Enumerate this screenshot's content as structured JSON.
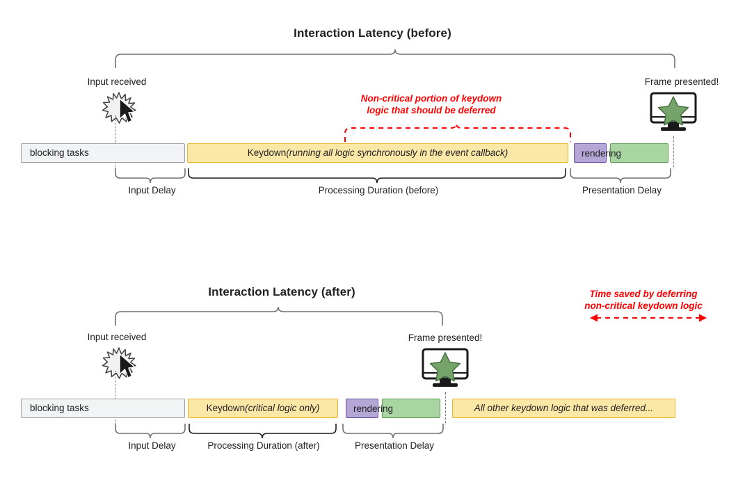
{
  "diagram": {
    "title_before": "Interaction Latency (before)",
    "title_after": "Interaction Latency (after)"
  },
  "before": {
    "title": "Interaction Latency (before)",
    "input_label": "Input received",
    "frame_label": "Frame presented!",
    "annotation": "Non-critical portion of keydown\nlogic that should be deferred",
    "bars": [
      {
        "key": "blocking",
        "label": "blocking tasks",
        "color": "#f1f3f4",
        "border": "#9aa0a6"
      },
      {
        "key": "keydown",
        "label_plain": "Keydown ",
        "label_italic": "(running all logic synchronously in the event callback)",
        "color": "#fce8a6",
        "border": "#f0b429"
      },
      {
        "key": "presentation",
        "label": "",
        "color": "#b4a7d6",
        "border": "#6a51a8"
      },
      {
        "key": "rendering",
        "label": "",
        "color": "#a8d5a2",
        "border": "#5c9c54"
      }
    ],
    "rendering_label": "rendering",
    "phases": [
      {
        "key": "input-delay",
        "label": "Input Delay"
      },
      {
        "key": "processing-duration",
        "label": "Processing Duration (before)"
      },
      {
        "key": "presentation-delay",
        "label": "Presentation Delay"
      }
    ]
  },
  "after": {
    "title": "Interaction Latency (after)",
    "input_label": "Input received",
    "frame_label": "Frame presented!",
    "annotation": "Time saved by deferring\nnon-critical keydown logic",
    "bars": [
      {
        "key": "blocking",
        "label": "blocking tasks",
        "color": "#f1f3f4",
        "border": "#9aa0a6"
      },
      {
        "key": "keydown",
        "label_plain": "Keydown ",
        "label_italic": "(critical logic only)",
        "color": "#fce8a6",
        "border": "#f0b429"
      },
      {
        "key": "presentation",
        "label": "",
        "color": "#b4a7d6",
        "border": "#6a51a8"
      },
      {
        "key": "rendering",
        "label": "",
        "color": "#a8d5a2",
        "border": "#5c9c54"
      },
      {
        "key": "deferred",
        "label_italic": "All other keydown logic that was deferred...",
        "color": "#fce8a6",
        "border": "#f0b429"
      }
    ],
    "rendering_label": "rendering",
    "phases": [
      {
        "key": "input-delay",
        "label": "Input Delay"
      },
      {
        "key": "processing-duration",
        "label": "Processing Duration (after)"
      },
      {
        "key": "presentation-delay",
        "label": "Presentation Delay"
      }
    ]
  },
  "colors": {
    "accent_red": "#ff0000",
    "yellow_fill": "#fce8a6",
    "yellow_stroke": "#f0b429",
    "purple_fill": "#b4a7d6",
    "purple_stroke": "#6a51a8",
    "green_fill": "#a8d5a2",
    "green_stroke": "#5c9c54",
    "grey_fill": "#f1f3f4",
    "grey_stroke": "#9aa0a6",
    "star_fill": "#76a36a",
    "monitor_stroke": "#1a1a1a"
  },
  "icons": {
    "click_burst": "click-burst-icon",
    "cursor": "mouse-cursor-icon",
    "monitor": "monitor-icon",
    "star": "star-icon"
  }
}
